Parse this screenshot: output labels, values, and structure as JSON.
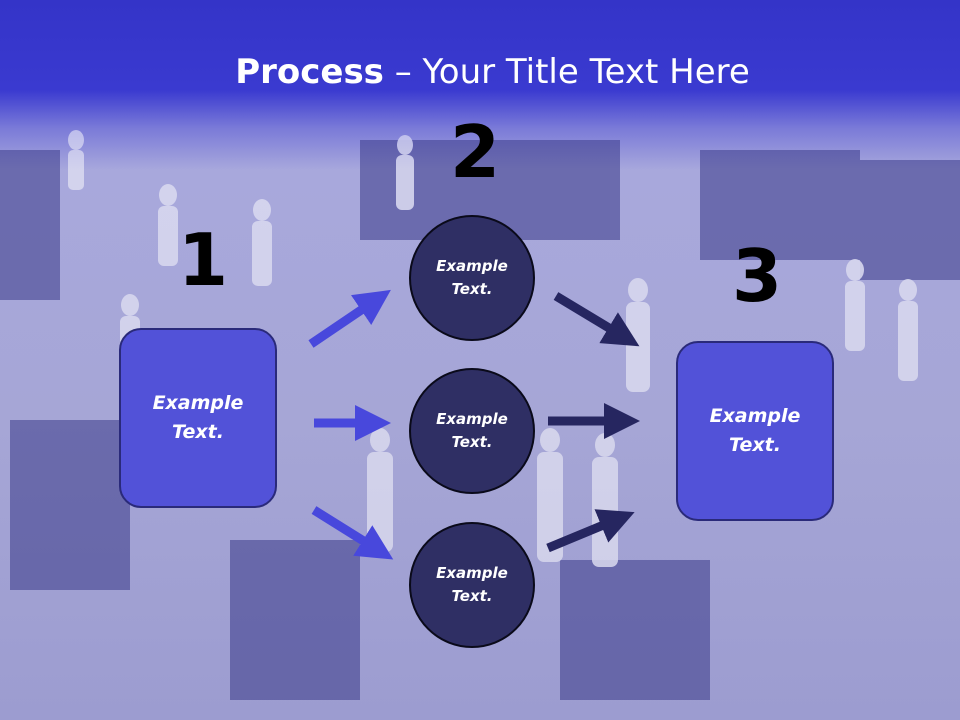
{
  "title": {
    "bold": "Process",
    "rest": " – Your Title Text Here"
  },
  "steps": [
    {
      "number": "1",
      "text": "Example\nText."
    },
    {
      "number": "2",
      "items": [
        "Example\nText.",
        "Example\nText.",
        "Example\nText."
      ]
    },
    {
      "number": "3",
      "text": "Example\nText."
    }
  ],
  "colors": {
    "header": "#3434c8",
    "box_fill": "#5252d8",
    "circle_fill": "#2f2f64",
    "arrow_left": "#4848dc",
    "arrow_right": "#262660"
  }
}
